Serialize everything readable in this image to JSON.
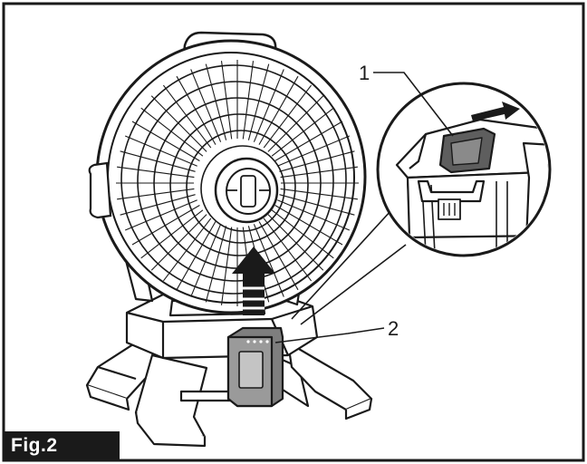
{
  "figure": {
    "label": "Fig.2",
    "callouts": [
      {
        "number": "1",
        "target": "battery-release-button"
      },
      {
        "number": "2",
        "target": "battery-cartridge"
      }
    ]
  },
  "colors": {
    "line": "#1a1a1a",
    "label_bg": "#1a1a1a",
    "battery": "#8c8c8c",
    "battery_window": "#bdbdbd",
    "button": "#6e6e6e",
    "background": "#ffffff"
  },
  "icons": [
    "arrow-up-icon",
    "arrow-right-icon",
    "magnifier-circle"
  ]
}
